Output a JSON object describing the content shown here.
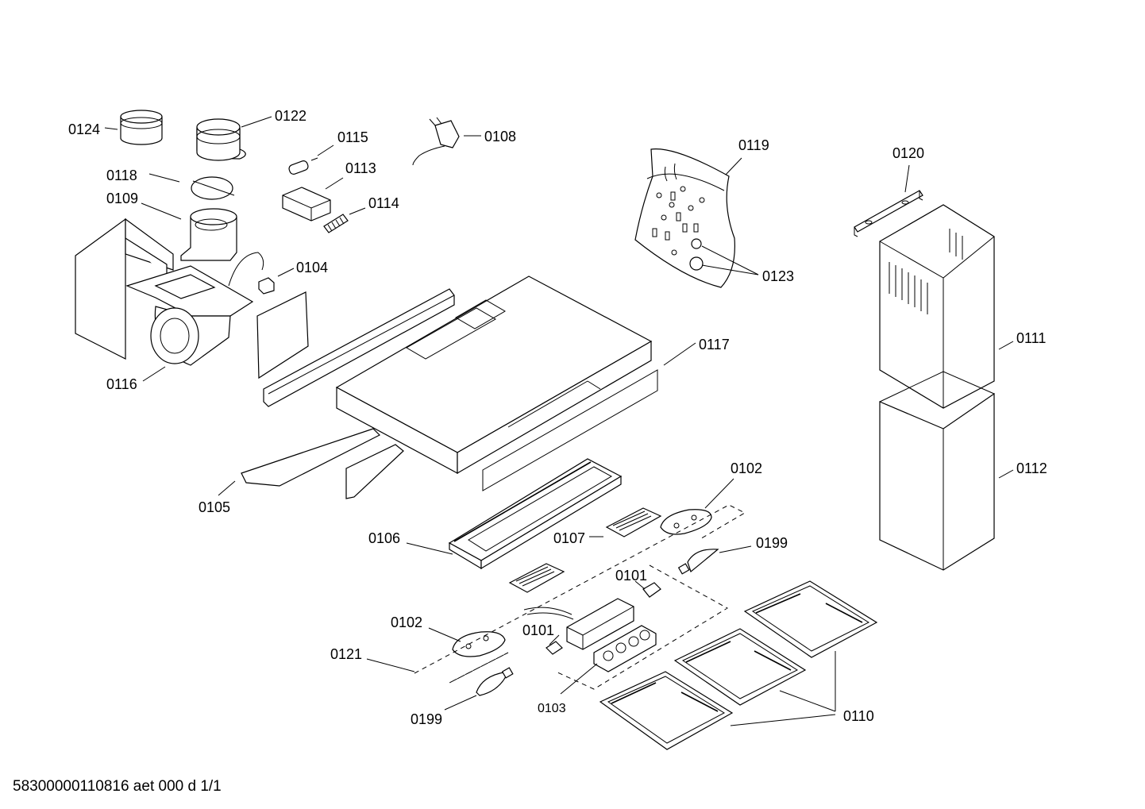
{
  "diagram": {
    "labels": {
      "0101a": "0101",
      "0101b": "0101",
      "0102a": "0102",
      "0102b": "0102",
      "0103": "0103",
      "0104": "0104",
      "0105": "0105",
      "0106": "0106",
      "0107": "0107",
      "0108": "0108",
      "0109": "0109",
      "0110": "0110",
      "0111": "0111",
      "0112": "0112",
      "0113": "0113",
      "0114": "0114",
      "0115": "0115",
      "0116": "0116",
      "0117": "0117",
      "0118": "0118",
      "0119": "0119",
      "0120": "0120",
      "0121": "0121",
      "0122": "0122",
      "0123": "0123",
      "0124": "0124",
      "0199a": "0199",
      "0199b": "0199"
    }
  },
  "footer": {
    "code": "58300000110816 aet 000 d 1/1"
  }
}
